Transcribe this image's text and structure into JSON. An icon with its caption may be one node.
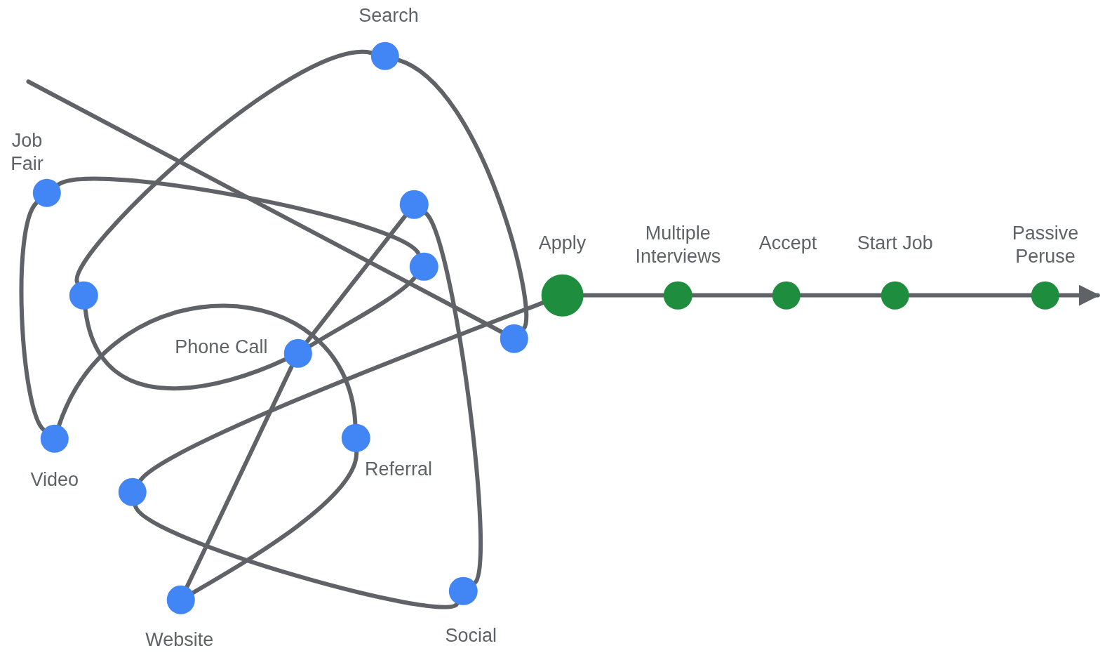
{
  "diagram": {
    "nodes": [
      {
        "text": [],
        "shape": "circle",
        "beside": [
          "Search"
        ]
      },
      {
        "text": [],
        "shape": "circle",
        "beside": [
          "Job Fair"
        ]
      },
      {
        "text": [],
        "shape": "circle"
      },
      {
        "text": [],
        "shape": "circle"
      },
      {
        "text": [],
        "shape": "circle"
      },
      {
        "text": [],
        "shape": "circle",
        "beside": [
          "Apply"
        ]
      },
      {
        "text": [],
        "shape": "circle",
        "beside": [
          "Multiple Interviews"
        ]
      },
      {
        "text": [],
        "shape": "circle",
        "beside": [
          "Accept"
        ]
      },
      {
        "text": [],
        "shape": "circle",
        "beside": [
          "Start Job"
        ]
      },
      {
        "text": [],
        "shape": "circle",
        "beside": [
          "Passive Peruse"
        ]
      },
      {
        "text": [],
        "shape": "circle"
      },
      {
        "text": [],
        "shape": "circle",
        "beside": [
          "Phone Call"
        ]
      },
      {
        "text": [],
        "shape": "circle",
        "beside": [
          "Referral"
        ]
      },
      {
        "text": [],
        "shape": "circle",
        "beside": [
          "Video"
        ]
      },
      {
        "text": [],
        "shape": "circle"
      },
      {
        "text": [],
        "shape": "circle",
        "beside": [
          "Social"
        ]
      },
      {
        "text": [],
        "shape": "circle",
        "beside": [
          "Website"
        ]
      }
    ],
    "edges": [
      {
        "from": null,
        "to": 10,
        "arrow": "none"
      },
      {
        "from": 10,
        "to": 0,
        "arrow": "none"
      },
      {
        "from": 0,
        "to": 4,
        "arrow": "none"
      },
      {
        "from": 4,
        "to": 11,
        "arrow": "none"
      },
      {
        "from": 11,
        "to": 3,
        "arrow": "none"
      },
      {
        "from": 3,
        "to": 1,
        "arrow": "none"
      },
      {
        "from": 1,
        "to": 13,
        "arrow": "none"
      },
      {
        "from": 13,
        "to": 12,
        "arrow": "none"
      },
      {
        "from": 12,
        "to": 16,
        "arrow": "none"
      },
      {
        "from": 16,
        "to": 11,
        "arrow": "none"
      },
      {
        "from": 11,
        "to": 2,
        "arrow": "none"
      },
      {
        "from": 2,
        "to": 15,
        "arrow": "none"
      },
      {
        "from": 15,
        "to": 14,
        "arrow": "none"
      },
      {
        "from": 14,
        "to": 5,
        "arrow": "none"
      },
      {
        "from": 5,
        "to": 6,
        "arrow": "none"
      },
      {
        "from": 6,
        "to": 7,
        "arrow": "none"
      },
      {
        "from": 7,
        "to": 8,
        "arrow": "none"
      },
      {
        "from": 8,
        "to": 9,
        "arrow": "none"
      },
      {
        "from": 9,
        "to": null,
        "arrow": "to"
      }
    ]
  }
}
